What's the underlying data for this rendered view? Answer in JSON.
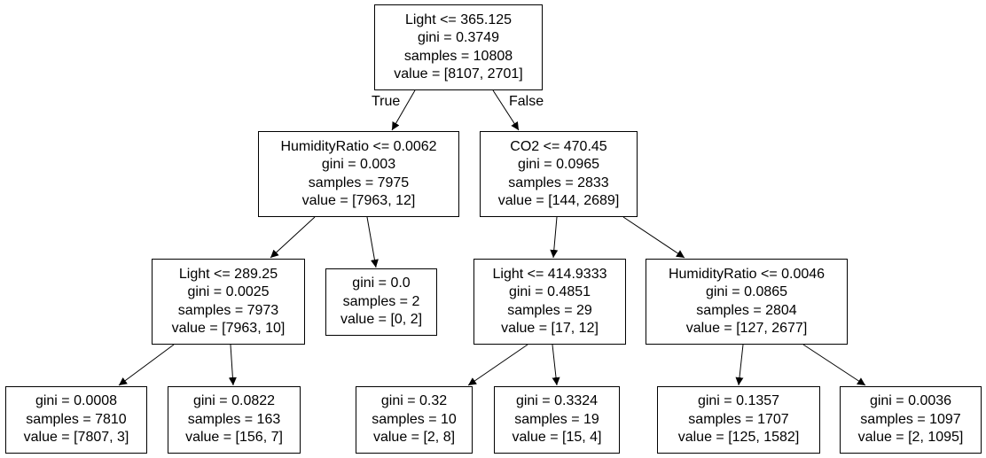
{
  "root": {
    "lines": [
      "Light <= 365.125",
      "gini = 0.3749",
      "samples = 10808",
      "value = [8107, 2701]"
    ]
  },
  "n1": {
    "lines": [
      "HumidityRatio <= 0.0062",
      "gini = 0.003",
      "samples = 7975",
      "value = [7963, 12]"
    ]
  },
  "n2": {
    "lines": [
      "CO2 <= 470.45",
      "gini = 0.0965",
      "samples = 2833",
      "value = [144, 2689]"
    ]
  },
  "n3": {
    "lines": [
      "Light <= 289.25",
      "gini = 0.0025",
      "samples = 7973",
      "value = [7963, 10]"
    ]
  },
  "n4": {
    "lines": [
      "gini = 0.0",
      "samples = 2",
      "value = [0, 2]"
    ]
  },
  "n5": {
    "lines": [
      "Light <= 414.9333",
      "gini = 0.4851",
      "samples = 29",
      "value = [17, 12]"
    ]
  },
  "n6": {
    "lines": [
      "HumidityRatio <= 0.0046",
      "gini = 0.0865",
      "samples = 2804",
      "value = [127, 2677]"
    ]
  },
  "n7": {
    "lines": [
      "gini = 0.0008",
      "samples = 7810",
      "value = [7807, 3]"
    ]
  },
  "n8": {
    "lines": [
      "gini = 0.0822",
      "samples = 163",
      "value = [156, 7]"
    ]
  },
  "n9": {
    "lines": [
      "gini = 0.32",
      "samples = 10",
      "value = [2, 8]"
    ]
  },
  "n10": {
    "lines": [
      "gini = 0.3324",
      "samples = 19",
      "value = [15, 4]"
    ]
  },
  "n11": {
    "lines": [
      "gini = 0.1357",
      "samples = 1707",
      "value = [125, 1582]"
    ]
  },
  "n12": {
    "lines": [
      "gini = 0.0036",
      "samples = 1097",
      "value = [2, 1095]"
    ]
  },
  "edge_labels": {
    "true": "True",
    "false": "False"
  }
}
